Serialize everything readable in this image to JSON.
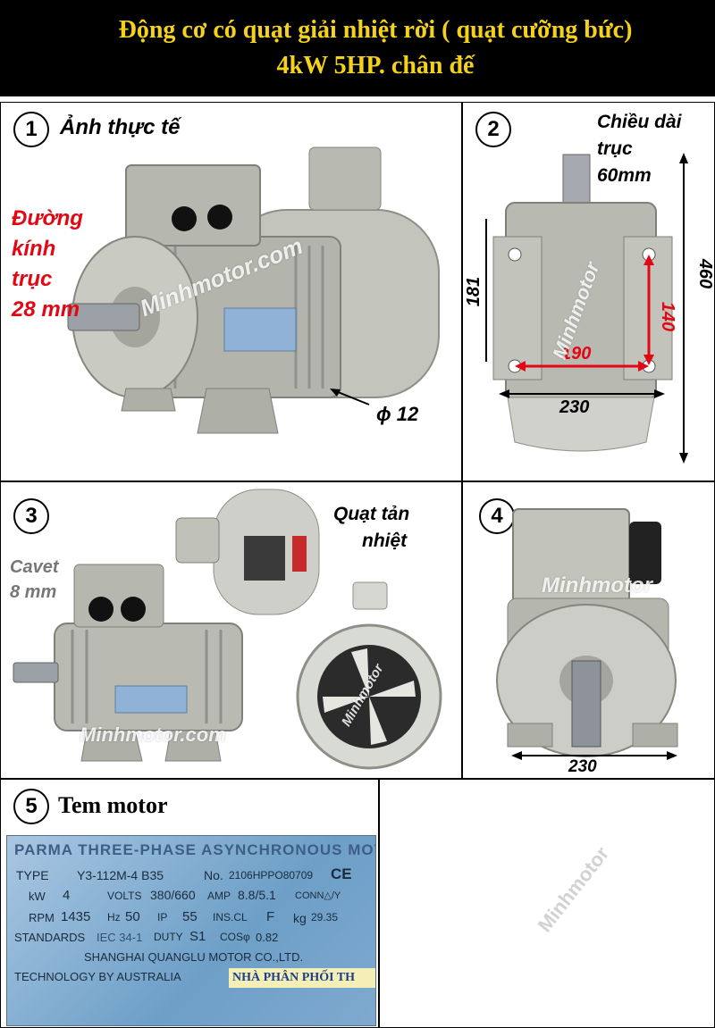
{
  "header": {
    "title_line1": "Động cơ có quạt giải nhiệt rời ( quạt cưỡng bức)",
    "title_line2": "4kW 5HP. chân đế"
  },
  "panel1": {
    "number": "1",
    "title": "Ảnh thực tế",
    "shaft_diameter_label": [
      "Đường",
      "kính",
      "trục",
      "28 mm"
    ],
    "bolt_label": "ϕ 12",
    "watermark": "Minhmotor.com"
  },
  "panel2": {
    "number": "2",
    "shaft_length_label": [
      "Chiều dài",
      "trục",
      "60mm"
    ],
    "dim_181": "181",
    "dim_460": "460",
    "dim_140": "140",
    "dim_190": "190",
    "dim_230": "230",
    "watermark": "Minhmotor"
  },
  "panel3": {
    "number": "3",
    "cavet_label": [
      "Cavet",
      "8 mm"
    ],
    "fan_label": [
      "Quạt tản",
      "nhiệt"
    ],
    "watermark_main": "Minhmotor.com",
    "watermark_fan": "Minhmotor"
  },
  "panel4": {
    "number": "4",
    "watermark": "Minhmotor",
    "dim_230": "230"
  },
  "panel5": {
    "number": "5",
    "title": "Tem motor",
    "plate": {
      "brand": "PARMA THREE-PHASE ASYNCHRONOUS MOTOR",
      "type_label": "TYPE",
      "type_value": "Y3-112M-4 B35",
      "no_label": "No.",
      "no_value": "2106HPPO80709",
      "ce": "CE",
      "kw_label": "kW",
      "kw_value": "4",
      "volts_label": "VOLTS",
      "volts_value": "380/660",
      "amp_label": "AMP",
      "amp_value": "8.8/5.1",
      "conn_label": "CONN△/Y",
      "rpm_label": "RPM",
      "rpm_value": "1435",
      "hz_label": "Hz",
      "hz_value": "50",
      "ip_label": "IP",
      "ip_value": "55",
      "ins_label": "INS.CL",
      "ins_value": "F",
      "kg_label": "kg",
      "kg_value": "29.35",
      "standards_label": "STANDARDS",
      "standards_value": "IEC 34-1",
      "duty_label": "DUTY",
      "duty_value": "S1",
      "cos_label": "COSφ",
      "cos_value": "0.82",
      "maker": "SHANGHAI QUANGLU MOTOR CO.,LTD.",
      "technology": "TECHNOLOGY BY AUSTRALIA",
      "distributor": "NHÀ PHÂN PHỐI TH"
    }
  },
  "panel6": {
    "watermark": "Minhmotor"
  },
  "colors": {
    "header_bg": "#000000",
    "header_text": "#f5d21a",
    "dimension_red": "#e30613",
    "motor_grey": "#b9bcb2",
    "plate_blue": "#6d9fc7"
  }
}
